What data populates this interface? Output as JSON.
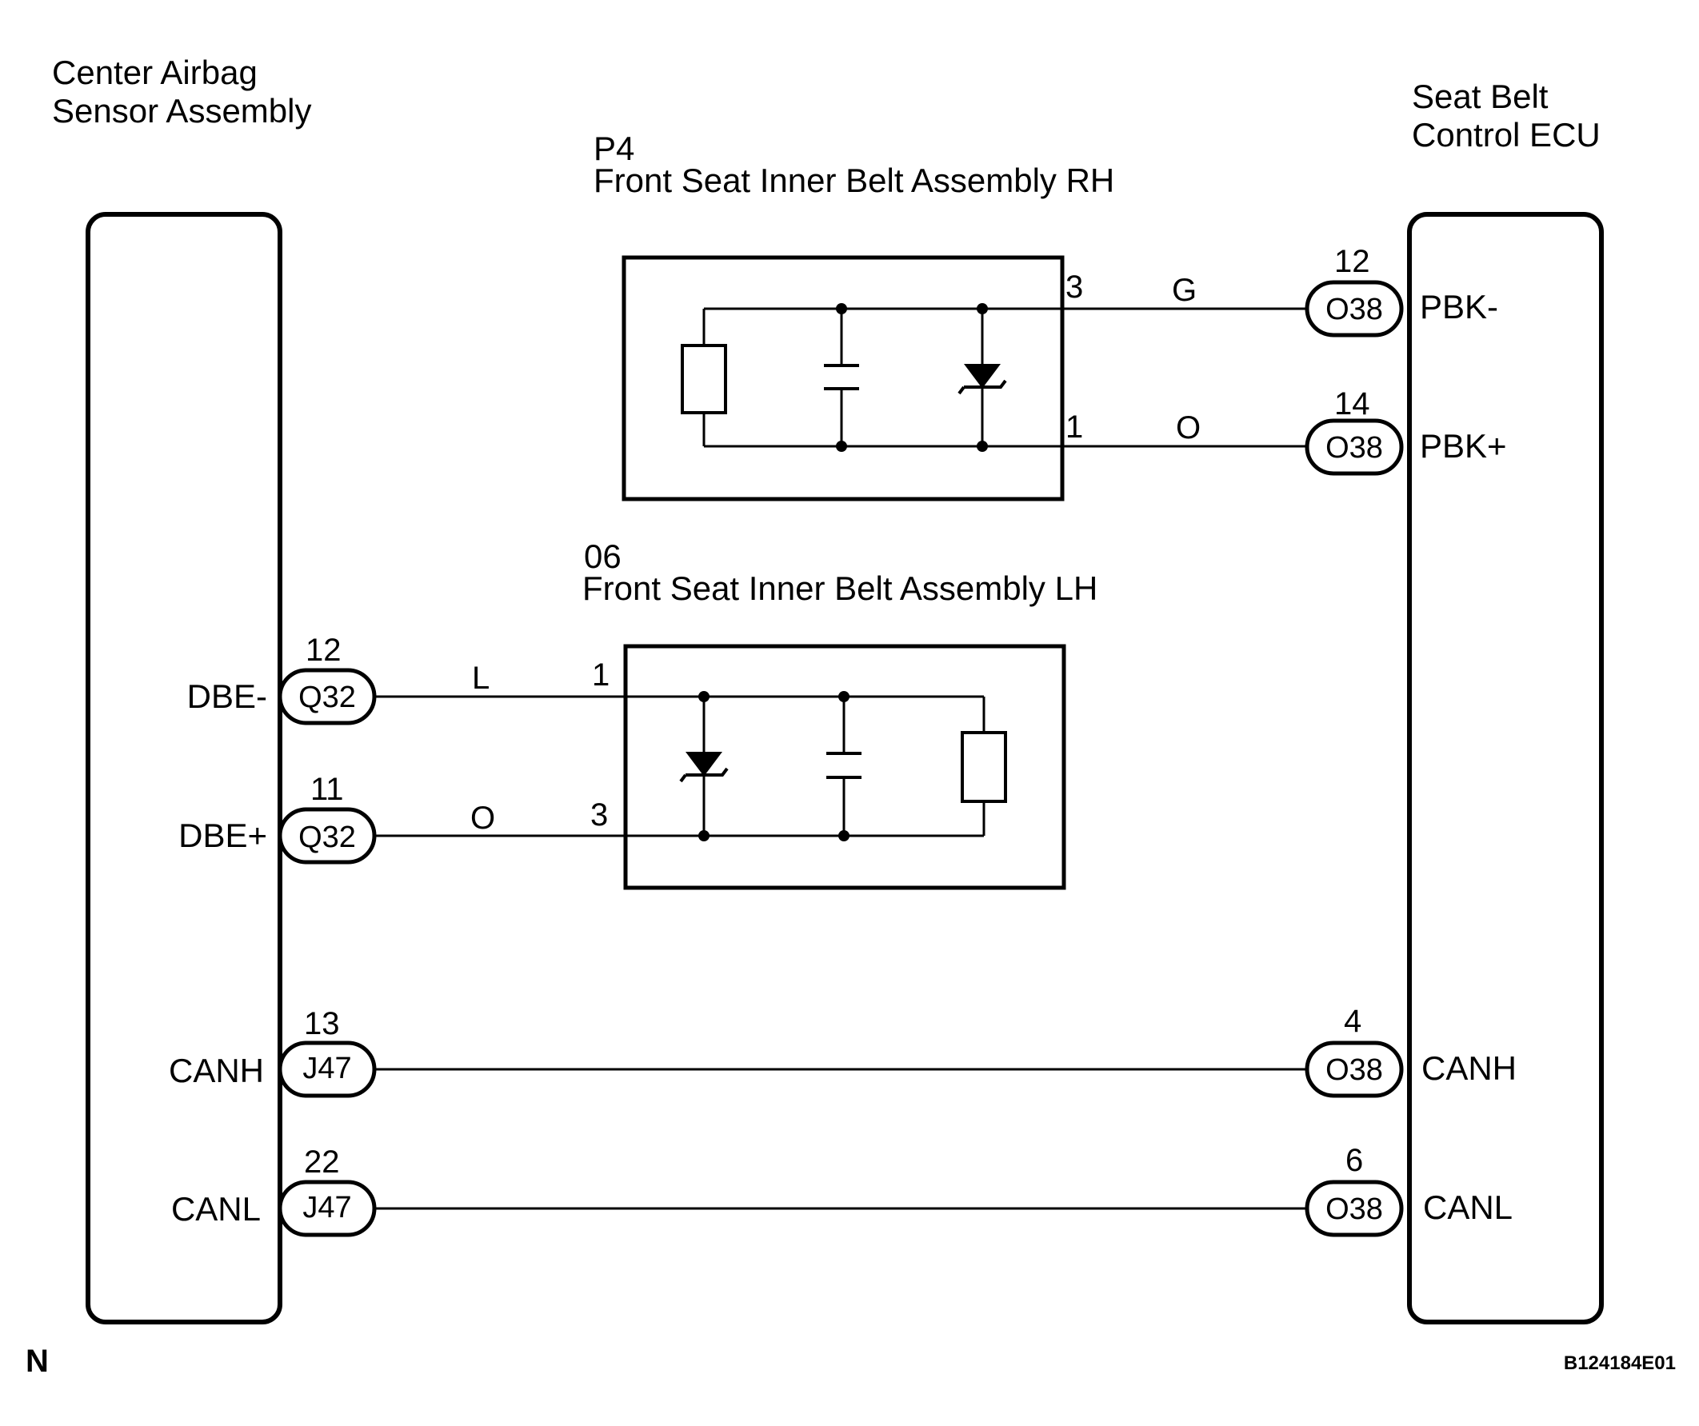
{
  "left_module": {
    "title_line1": "Center Airbag",
    "title_line2": "Sensor Assembly"
  },
  "right_module": {
    "title_line1": "Seat Belt",
    "title_line2": "Control ECU"
  },
  "rh_belt": {
    "code": "P4",
    "title": "Front Seat Inner Belt Assembly RH",
    "pin_top": "3",
    "pin_bottom": "1"
  },
  "lh_belt": {
    "code": "06",
    "title": "Front Seat Inner Belt Assembly LH",
    "pin_top": "1",
    "pin_bottom": "3"
  },
  "wires": [
    {
      "id": "pbk-minus",
      "color": "G",
      "connector": "O38",
      "pin": "12",
      "terminal": "PBK-"
    },
    {
      "id": "pbk-plus",
      "color": "O",
      "connector": "O38",
      "pin": "14",
      "terminal": "PBK+"
    },
    {
      "id": "dbe-minus",
      "color": "L",
      "connector": "Q32",
      "pin": "12",
      "terminal": "DBE-"
    },
    {
      "id": "dbe-plus",
      "color": "O",
      "connector": "Q32",
      "pin": "11",
      "terminal": "DBE+"
    }
  ],
  "can": [
    {
      "left_terminal": "CANH",
      "left_connector": "J47",
      "left_pin": "13",
      "right_connector": "O38",
      "right_pin": "4",
      "right_terminal": "CANH"
    },
    {
      "left_terminal": "CANL",
      "left_connector": "J47",
      "left_pin": "22",
      "right_connector": "O38",
      "right_pin": "6",
      "right_terminal": "CANL"
    }
  ],
  "footer": {
    "left": "N",
    "right": "B124184E01"
  }
}
